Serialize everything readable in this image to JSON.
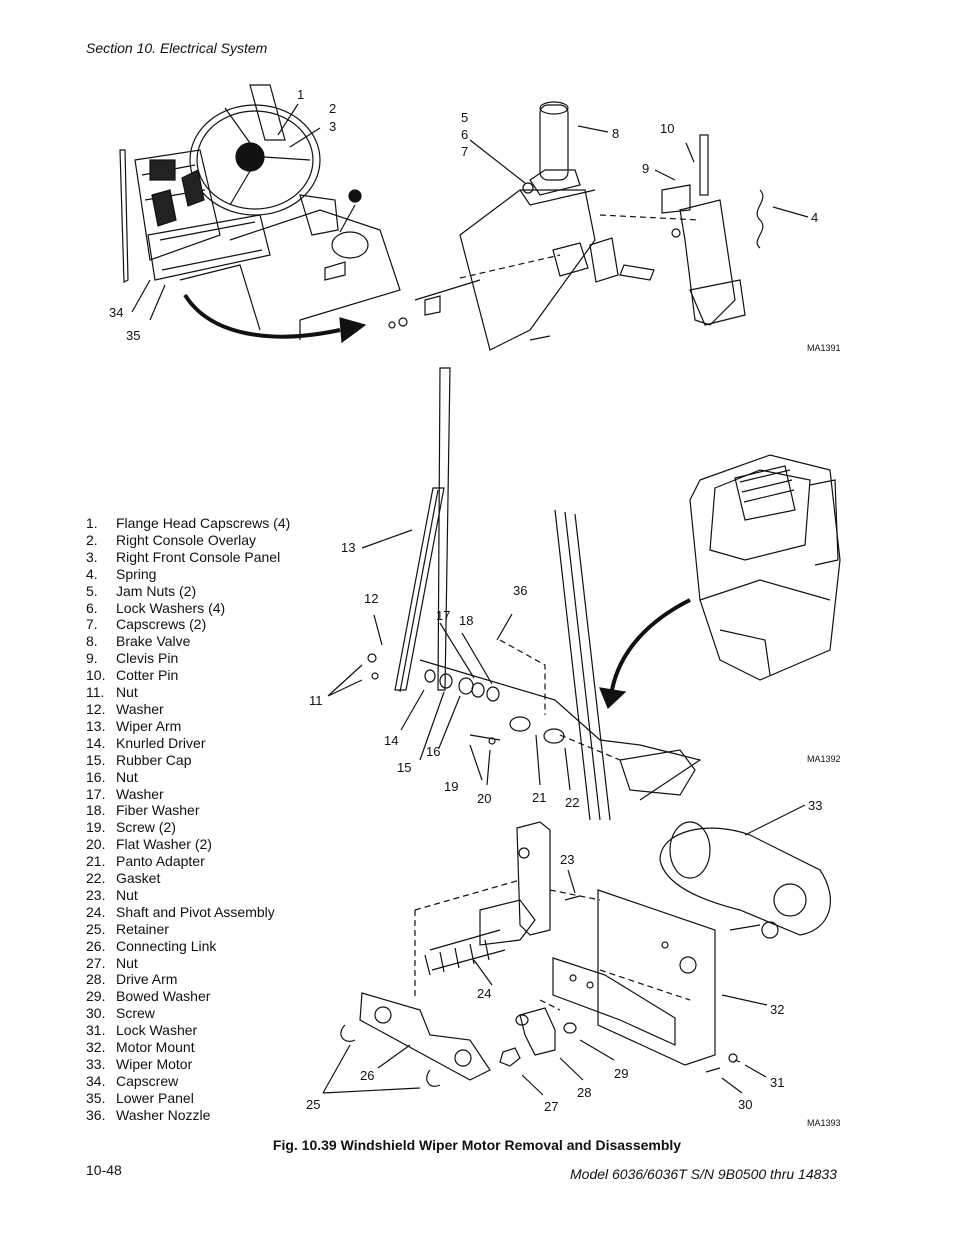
{
  "header": {
    "section": "Section 10.   Electrical System"
  },
  "caption": "Fig. 10.39 Windshield Wiper Motor Removal and Disassembly",
  "footer": {
    "page": "10-48",
    "model": "Model 6036/6036T S/N 9B0500 thru 14833"
  },
  "figure_ids": [
    "MA1391",
    "MA1392",
    "MA1393"
  ],
  "legend": [
    {
      "num": "1.",
      "label": "Flange Head Capscrews (4)"
    },
    {
      "num": "2.",
      "label": "Right Console Overlay"
    },
    {
      "num": "3.",
      "label": "Right Front Console Panel"
    },
    {
      "num": "4.",
      "label": "Spring"
    },
    {
      "num": "5.",
      "label": "Jam Nuts (2)"
    },
    {
      "num": "6.",
      "label": "Lock Washers (4)"
    },
    {
      "num": "7.",
      "label": "Capscrews (2)"
    },
    {
      "num": "8.",
      "label": "Brake Valve"
    },
    {
      "num": "9.",
      "label": "Clevis Pin"
    },
    {
      "num": "10.",
      "label": "Cotter Pin"
    },
    {
      "num": "11.",
      "label": "Nut"
    },
    {
      "num": "12.",
      "label": "Washer"
    },
    {
      "num": "13.",
      "label": "Wiper Arm"
    },
    {
      "num": "14.",
      "label": "Knurled Driver"
    },
    {
      "num": "15.",
      "label": "Rubber Cap"
    },
    {
      "num": "16.",
      "label": "Nut"
    },
    {
      "num": "17.",
      "label": "Washer"
    },
    {
      "num": "18.",
      "label": "Fiber Washer"
    },
    {
      "num": "19.",
      "label": "Screw (2)"
    },
    {
      "num": "20.",
      "label": "Flat Washer (2)"
    },
    {
      "num": "21.",
      "label": "Panto Adapter"
    },
    {
      "num": "22.",
      "label": "Gasket"
    },
    {
      "num": "23.",
      "label": "Nut"
    },
    {
      "num": "24.",
      "label": "Shaft and Pivot Assembly"
    },
    {
      "num": "25.",
      "label": "Retainer"
    },
    {
      "num": "26.",
      "label": "Connecting Link"
    },
    {
      "num": "27.",
      "label": "Nut"
    },
    {
      "num": "28.",
      "label": "Drive Arm"
    },
    {
      "num": "29.",
      "label": "Bowed Washer"
    },
    {
      "num": "30.",
      "label": "Screw"
    },
    {
      "num": "31.",
      "label": "Lock Washer"
    },
    {
      "num": "32.",
      "label": "Motor Mount"
    },
    {
      "num": "33.",
      "label": "Wiper Motor"
    },
    {
      "num": "34.",
      "label": "Capscrew"
    },
    {
      "num": "35.",
      "label": "Lower Panel"
    },
    {
      "num": "36.",
      "label": "Washer Nozzle"
    }
  ],
  "callouts": {
    "c1": "1",
    "c2": "2",
    "c3": "3",
    "c4": "4",
    "c5": "5",
    "c6": "6",
    "c7": "7",
    "c8": "8",
    "c9": "9",
    "c10": "10",
    "c11": "11",
    "c12": "12",
    "c13": "13",
    "c14": "14",
    "c15": "15",
    "c16": "16",
    "c17": "17",
    "c18": "18",
    "c19": "19",
    "c20": "20",
    "c21": "21",
    "c22": "22",
    "c23": "23",
    "c24": "24",
    "c25": "25",
    "c26": "26",
    "c27": "27",
    "c28": "28",
    "c29": "29",
    "c30": "30",
    "c31": "31",
    "c32": "32",
    "c33": "33",
    "c34": "34",
    "c35": "35",
    "c36": "36"
  }
}
